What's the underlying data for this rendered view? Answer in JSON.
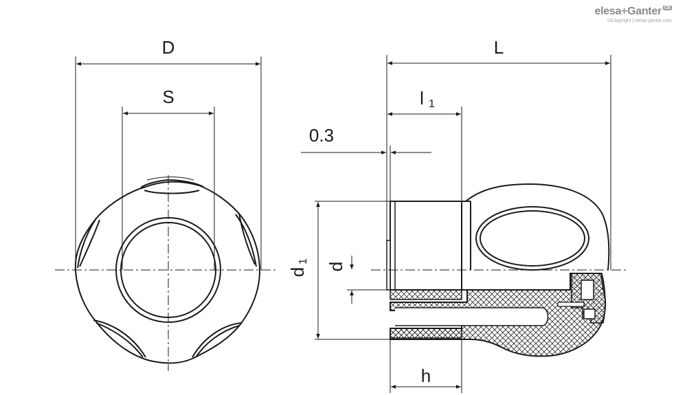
{
  "labels": {
    "D": "D",
    "S": "S",
    "L": "L",
    "l1_main": "l",
    "l1_sub": "1",
    "offset": "0.3",
    "d1_main": "d",
    "d1_sub": "1",
    "d": "d",
    "h": "h"
  },
  "logo": {
    "brand_a": "elesa",
    "brand_plus": "+",
    "brand_b": "Ganter",
    "badge": "CE",
    "copyright": "©Copyright | elesa-ganter.com"
  },
  "colors": {
    "line": "#1a1a1a",
    "hatch": "#2a2a2a",
    "logo": "#8a8a8a"
  }
}
